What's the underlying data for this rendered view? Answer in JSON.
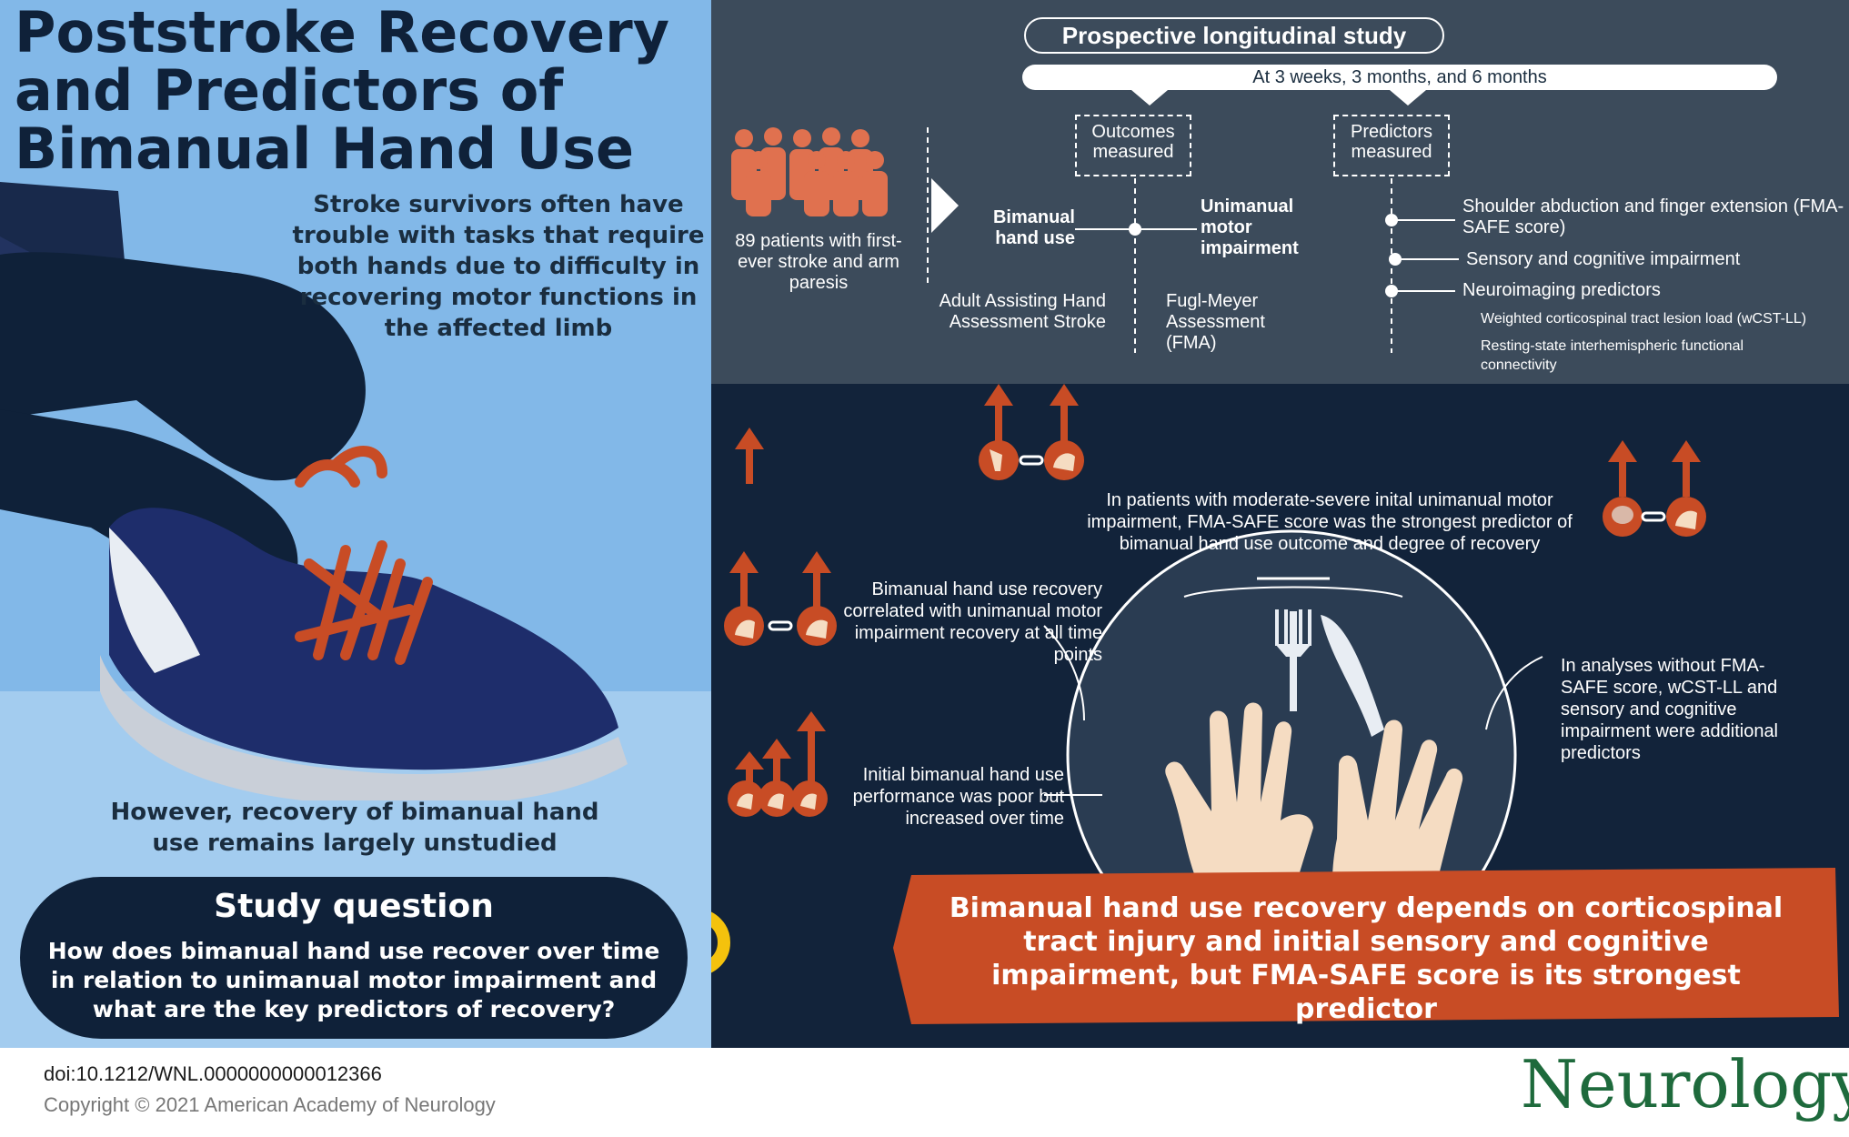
{
  "title": "Poststroke Recovery and Predictors of Bimanual Hand Use",
  "intro": "Stroke survivors often have trouble with tasks that require both hands due to difficulty in recovering motor functions in the affected limb",
  "however": "However, recovery of bimanual hand use remains largely unstudied",
  "study_question": {
    "title": "Study question",
    "text": "How does bimanual hand use recover over time in relation to unimanual motor impairment and what are the key predictors of recovery?"
  },
  "design": {
    "label": "Prospective longitudinal study",
    "timepoints": "At 3 weeks, 3 months, and 6 months",
    "patients": "89 patients with first-ever stroke and arm paresis",
    "outcomes_label": "Outcomes measured",
    "predictors_label": "Predictors measured",
    "outcome_bimanual": "Bimanual hand use",
    "outcome_unimanual": "Unimanual motor impairment",
    "outcome_bimanual_measure": "Adult Assisting Hand Assessment Stroke",
    "outcome_unimanual_measure": "Fugl-Meyer Assessment (FMA)",
    "predictors": [
      "Shoulder abduction and finger extension (FMA-SAFE score)",
      "Sensory and cognitive impairment",
      "Neuroimaging predictors"
    ],
    "neuro_sub": [
      "Weighted corticospinal tract lesion load (wCST-LL)",
      "Resting-state interhemispheric functional connectivity"
    ]
  },
  "findings": {
    "top": "In patients with moderate-severe inital unimanual motor impairment, FMA-SAFE score was the strongest predictor of bimanual hand use outcome and degree of recovery",
    "left1": "Bimanual hand use recovery correlated with unimanual motor impairment recovery at all time points",
    "left2": "Initial bimanual hand use performance was poor but increased over time",
    "right": "In analyses without FMA-SAFE score, wCST-LL and sensory and cognitive impairment were additional predictors"
  },
  "conclusion": "Bimanual hand use recovery depends on corticospinal tract injury and initial sensory and cognitive impairment, but FMA-SAFE score is its strongest predictor",
  "footer": {
    "doi": "doi:10.1212/WNL.0000000000012366",
    "copyright": "Copyright © 2021 American Academy of Neurology",
    "journal": "Neurology",
    "registered": "®"
  },
  "colors": {
    "navy": "#0f2139",
    "sky": "#82b8e8",
    "slate": "#3c4b5b",
    "orange": "#c84c25",
    "green": "#1e6a3c"
  }
}
